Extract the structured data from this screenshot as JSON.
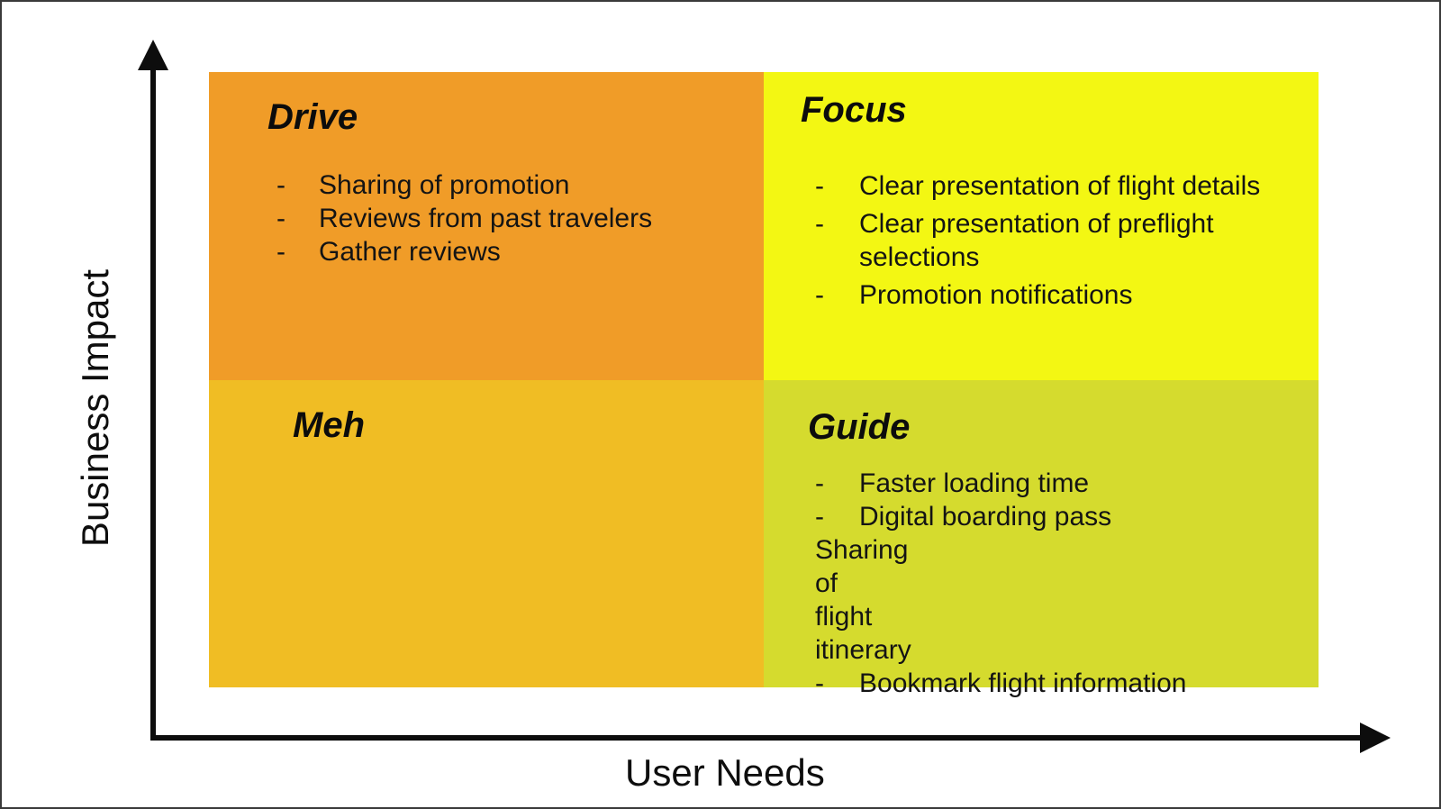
{
  "diagram": {
    "y_axis_label": "Business Impact",
    "x_axis_label": "User Needs",
    "bullet_char": "-",
    "axis_color": "#0d0d0d",
    "text_color": "#121212",
    "background": "#ffffff",
    "border_color": "#3a3a3a"
  },
  "quadrants": {
    "drive": {
      "title": "Drive",
      "color": "#F09C28",
      "position": "top-left",
      "items": [
        "Sharing of promotion",
        "Reviews from past travelers",
        "Gather reviews"
      ]
    },
    "focus": {
      "title": "Focus",
      "color": "#F3F713",
      "position": "top-right",
      "items": [
        "Clear presentation of flight details",
        "Clear presentation of preflight selections",
        "Promotion notifications"
      ]
    },
    "meh": {
      "title": "Meh",
      "color": "#F0BD24",
      "position": "bottom-left",
      "items": []
    },
    "guide": {
      "title": "Guide",
      "color": "#D5DB2E",
      "position": "bottom-right",
      "items": [
        "Faster loading time",
        "Digital boarding pass",
        "Sharing of flight itinerary",
        "Bookmark flight information"
      ]
    }
  }
}
